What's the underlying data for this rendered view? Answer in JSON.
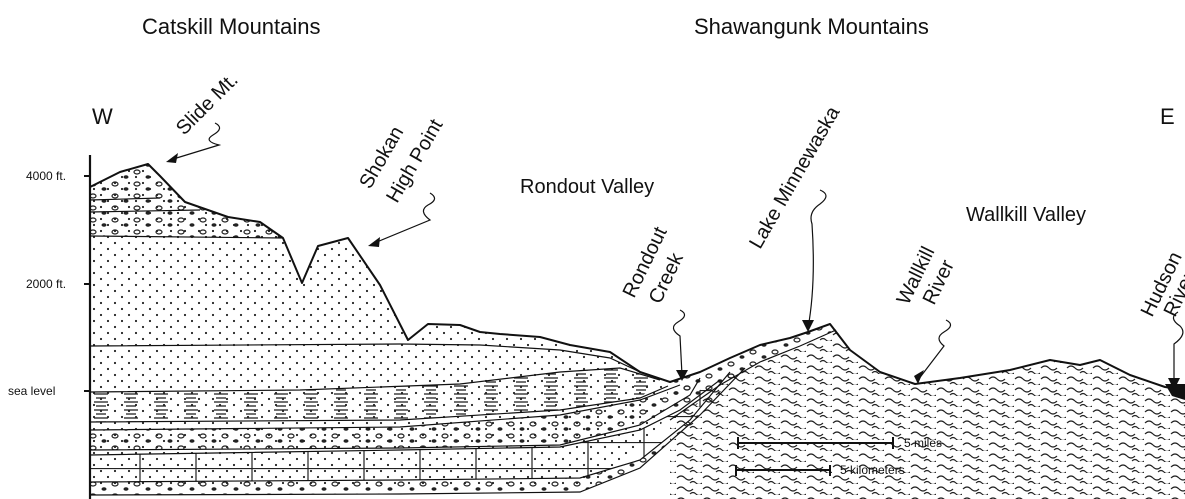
{
  "region_titles": {
    "catskill": "Catskill Mountains",
    "shawangunk": "Shawangunk Mountains"
  },
  "directions": {
    "west": "W",
    "east": "E"
  },
  "elevation_ticks": [
    {
      "label": "4000 ft."
    },
    {
      "label": "2000 ft."
    },
    {
      "label": "sea level"
    }
  ],
  "valleys": {
    "rondout": "Rondout Valley",
    "wallkill": "Wallkill Valley"
  },
  "features": {
    "slide_mt": "Slide Mt.",
    "shokan_line1": "Shokan",
    "shokan_line2": "High Point",
    "rondout_line1": "Rondout",
    "rondout_line2": "Creek",
    "minnewaska": "Lake Minnewaska",
    "wallkill_line1": "Wallkill",
    "wallkill_line2": "River",
    "hudson_line1": "Hudson",
    "hudson_line2": "River"
  },
  "scale_bars": {
    "miles": "5 miles",
    "kilometers": "5 kilometers"
  }
}
